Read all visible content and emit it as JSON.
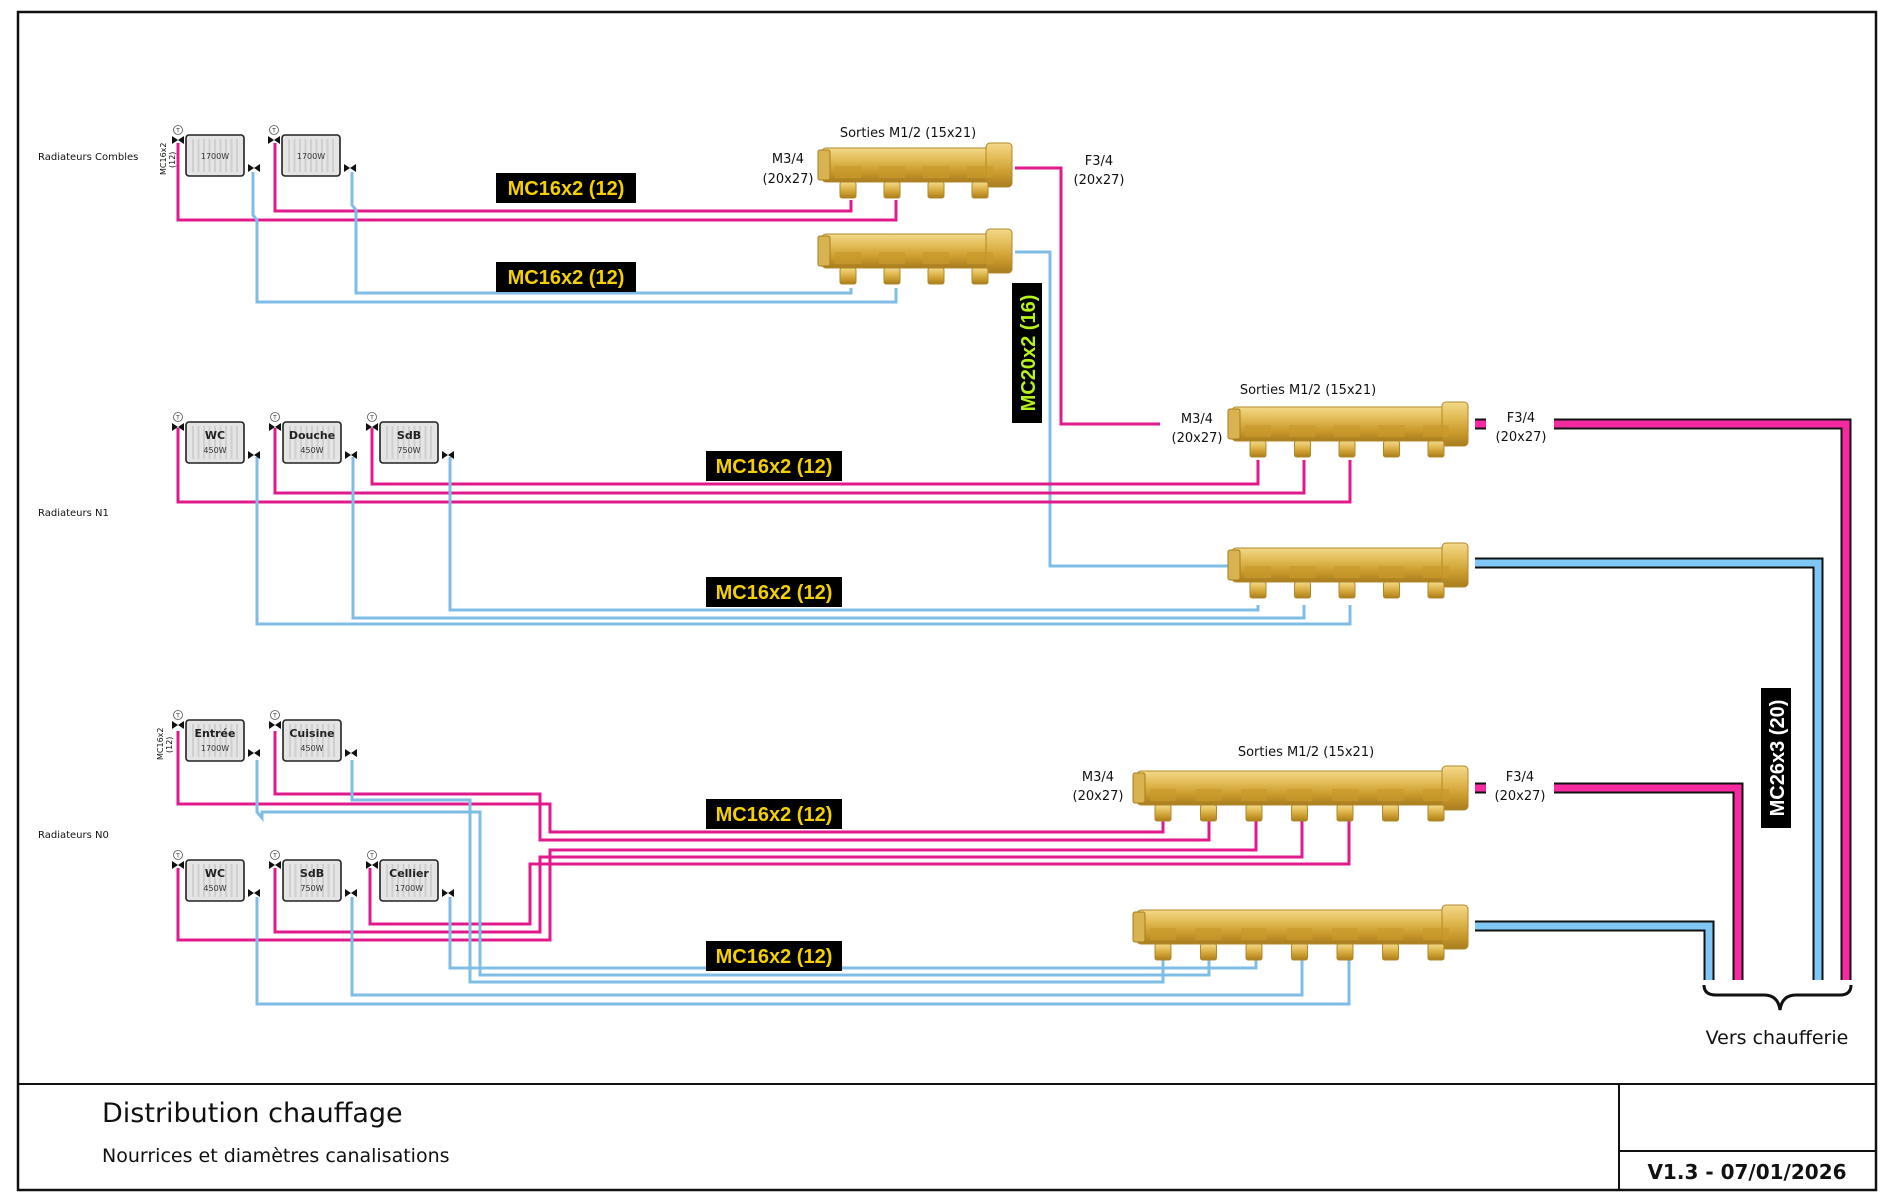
{
  "document": {
    "title": "Distribution chauffage",
    "subtitle": "Nourrices et diamètres canalisations",
    "version": "V1.3 - 07/01/2026"
  },
  "colors": {
    "supply_pipe": "#e0198c",
    "return_pipe": "#7fbde6",
    "tag_background": "#000000",
    "tag_text_yellow": "#f5d000",
    "tag_text_green": "#b5f21a",
    "brass": "#d4a93c"
  },
  "levels": [
    {
      "label": "Radiateurs Combles",
      "radiators": [
        {
          "name": "",
          "power": "1700W"
        },
        {
          "name": "",
          "power": "1700W"
        }
      ],
      "pipe_note": "MC16x2",
      "pipe_note_sub": "(12)",
      "manifold": {
        "outlets_label": "Sorties M1/2 (15x21)",
        "inlet_label": "M3/4",
        "inlet_size": "(20x27)",
        "outlet_end_label": "F3/4",
        "outlet_end_size": "(20x27)",
        "outlet_count": 4
      },
      "supply_tag": "MC16x2 (12)",
      "return_tag": "MC16x2 (12)"
    },
    {
      "label": "Radiateurs N1",
      "radiators": [
        {
          "name": "WC",
          "power": "450W"
        },
        {
          "name": "Douche",
          "power": "450W"
        },
        {
          "name": "SdB",
          "power": "750W"
        }
      ],
      "manifold": {
        "outlets_label": "Sorties M1/2 (15x21)",
        "inlet_label": "M3/4",
        "inlet_size": "(20x27)",
        "outlet_end_label": "F3/4",
        "outlet_end_size": "(20x27)",
        "outlet_count": 5
      },
      "supply_tag": "MC16x2 (12)",
      "return_tag": "MC16x2 (12)"
    },
    {
      "label": "Radiateurs N0",
      "radiators": [
        {
          "name": "Entrée",
          "power": "1700W"
        },
        {
          "name": "Cuisine",
          "power": "450W"
        },
        {
          "name": "WC",
          "power": "450W"
        },
        {
          "name": "SdB",
          "power": "750W"
        },
        {
          "name": "Cellier",
          "power": "1700W"
        }
      ],
      "pipe_note": "MC16x2",
      "pipe_note_sub": "(12)",
      "manifold": {
        "outlets_label": "Sorties M1/2 (15x21)",
        "inlet_label": "M3/4",
        "inlet_size": "(20x27)",
        "outlet_end_label": "F3/4",
        "outlet_end_size": "(20x27)",
        "outlet_count": 7
      },
      "supply_tag": "MC16x2 (12)",
      "return_tag": "MC16x2 (12)"
    }
  ],
  "riser_tag": "MC20x2 (16)",
  "main_tag": "MC26x3 (20)",
  "boiler_label": "Vers chaufferie",
  "valve_symbol": "T"
}
